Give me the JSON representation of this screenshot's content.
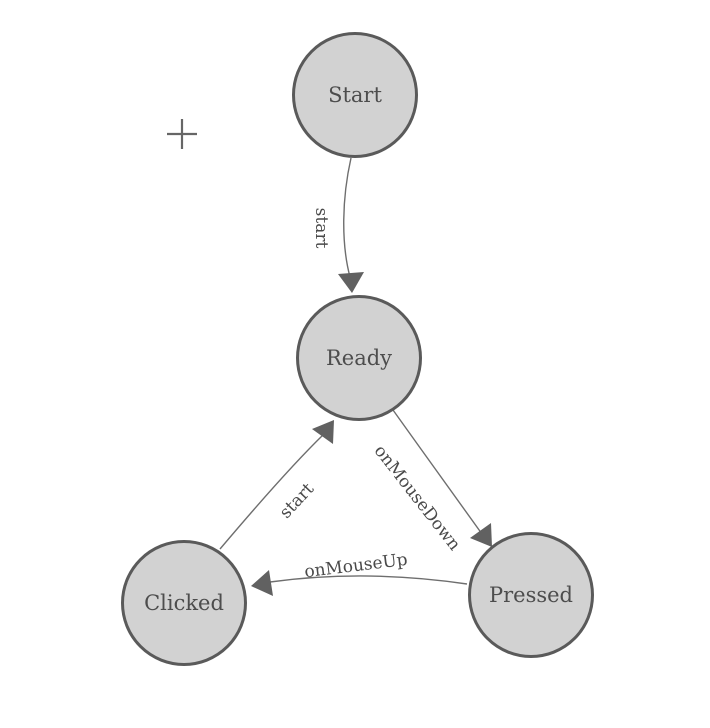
{
  "diagram": {
    "type": "finite-state-machine",
    "background_color": "#ffffff",
    "node_fill_color": "#d2d2d2",
    "node_border_color": "#5a5a5a",
    "edge_color": "#6e6e6e",
    "arrowhead_color": "#616161",
    "text_color": "#4d4d4d",
    "plus_icon_glyph": "+",
    "nodes": [
      {
        "id": "start",
        "label": "Start"
      },
      {
        "id": "ready",
        "label": "Ready"
      },
      {
        "id": "clicked",
        "label": "Clicked"
      },
      {
        "id": "pressed",
        "label": "Pressed"
      }
    ],
    "transitions": [
      {
        "from": "Start",
        "to": "Ready",
        "label": "start"
      },
      {
        "from": "Ready",
        "to": "Pressed",
        "label": "onMouseDown"
      },
      {
        "from": "Pressed",
        "to": "Clicked",
        "label": "onMouseUp"
      },
      {
        "from": "Clicked",
        "to": "Ready",
        "label": "start"
      }
    ]
  }
}
